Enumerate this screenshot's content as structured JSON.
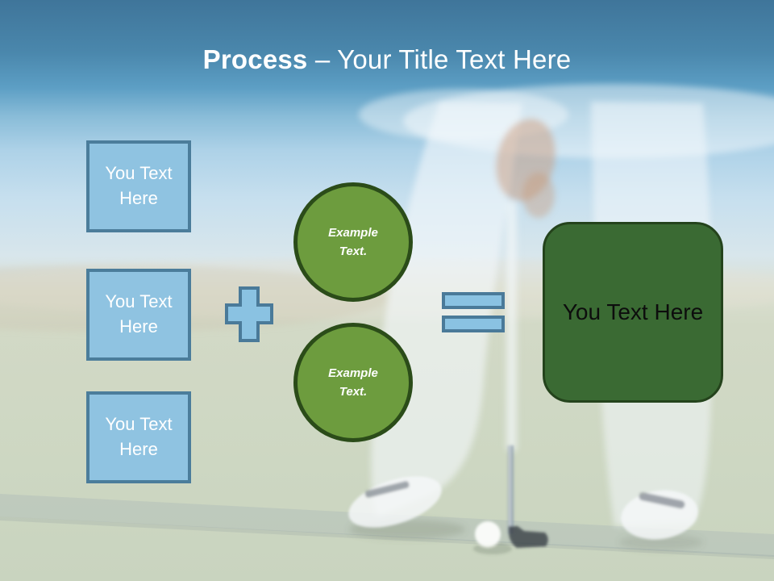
{
  "slide_title": {
    "emphasis": "Process",
    "rest": " – Your Title Text Here"
  },
  "process_diagram": {
    "input_boxes": [
      {
        "label": "You Text Here"
      },
      {
        "label": "You Text Here"
      },
      {
        "label": "You Text Here"
      }
    ],
    "plus_icon": "plus-shape",
    "equals_icon": "equals-shape",
    "example_circles": [
      {
        "label": "Example Text."
      },
      {
        "label": "Example Text."
      }
    ],
    "result_box": {
      "label": "You Text Here"
    }
  },
  "background_photo": {
    "subject": "washed-out photo of a golfer putting on a green with ball and putter",
    "elements": [
      "golfer-legs",
      "golfer-hand",
      "golf-club-grip",
      "golf-club-shaft",
      "putter-head",
      "golf-ball",
      "golf-shoes",
      "ground-shadow-band"
    ]
  },
  "colors": {
    "header_gradient_top": "#3F759A",
    "header_gradient_mid": "#5C9EC4",
    "sky_light": "#C6DFEE",
    "grass": "#CDD7C2",
    "box_fill": "#8FC3E1",
    "box_border": "#4B7D9B",
    "operator_fill": "#8AC2E2",
    "operator_border": "#4A7A99",
    "circle_fill": "#6D9C3E",
    "circle_border": "#2B4C19",
    "result_fill": "#3A6A33",
    "result_border": "#24431C",
    "title_text": "#FFFFFF",
    "result_text": "#0D0D0D"
  }
}
